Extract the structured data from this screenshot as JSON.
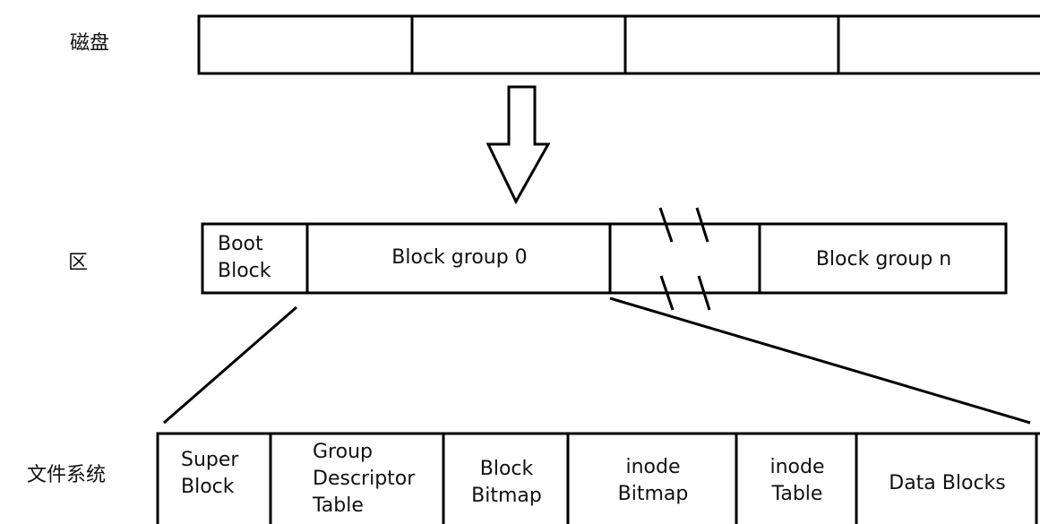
{
  "labels": {
    "disk": "磁盘",
    "partition": "区",
    "filesystem": "文件系统"
  },
  "partition_row": {
    "boot_block": "Boot\nBlock",
    "block_group_0": "Block group 0",
    "block_group_n": "Block group n"
  },
  "filesystem_row": {
    "super_block": "Super\nBlock",
    "group_descriptor_table": "Group\nDescriptor\nTable",
    "block_bitmap": "Block\nBitmap",
    "inode_bitmap": "inode\nBitmap",
    "inode_table": "inode\nTable",
    "data_blocks": "Data Blocks"
  }
}
